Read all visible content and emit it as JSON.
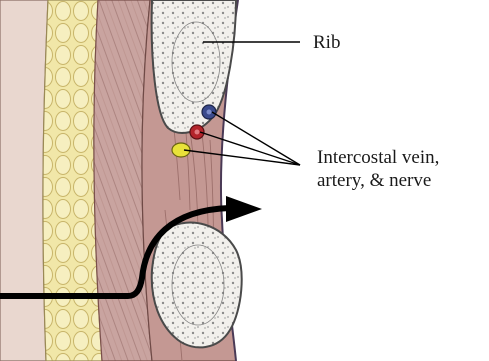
{
  "labels": {
    "rib": "Rib",
    "intercostal_line1": "Intercostal vein,",
    "intercostal_line2": "artery, & nerve"
  },
  "colors": {
    "fat": "#f1e7a8",
    "fat_outline": "#c8b56a",
    "muscle": "#c9a4a0",
    "muscle_fiber": "#9c6f6b",
    "bone": "#f2f0ec",
    "bone_pattern": "#8a8a8a",
    "vein": "#3b4a8c",
    "artery": "#b3242b",
    "nerve": "#e8e23a",
    "arrow": "#000000",
    "leader_line": "#000000"
  },
  "icons": {
    "arrow": "curved-arrow-icon"
  }
}
